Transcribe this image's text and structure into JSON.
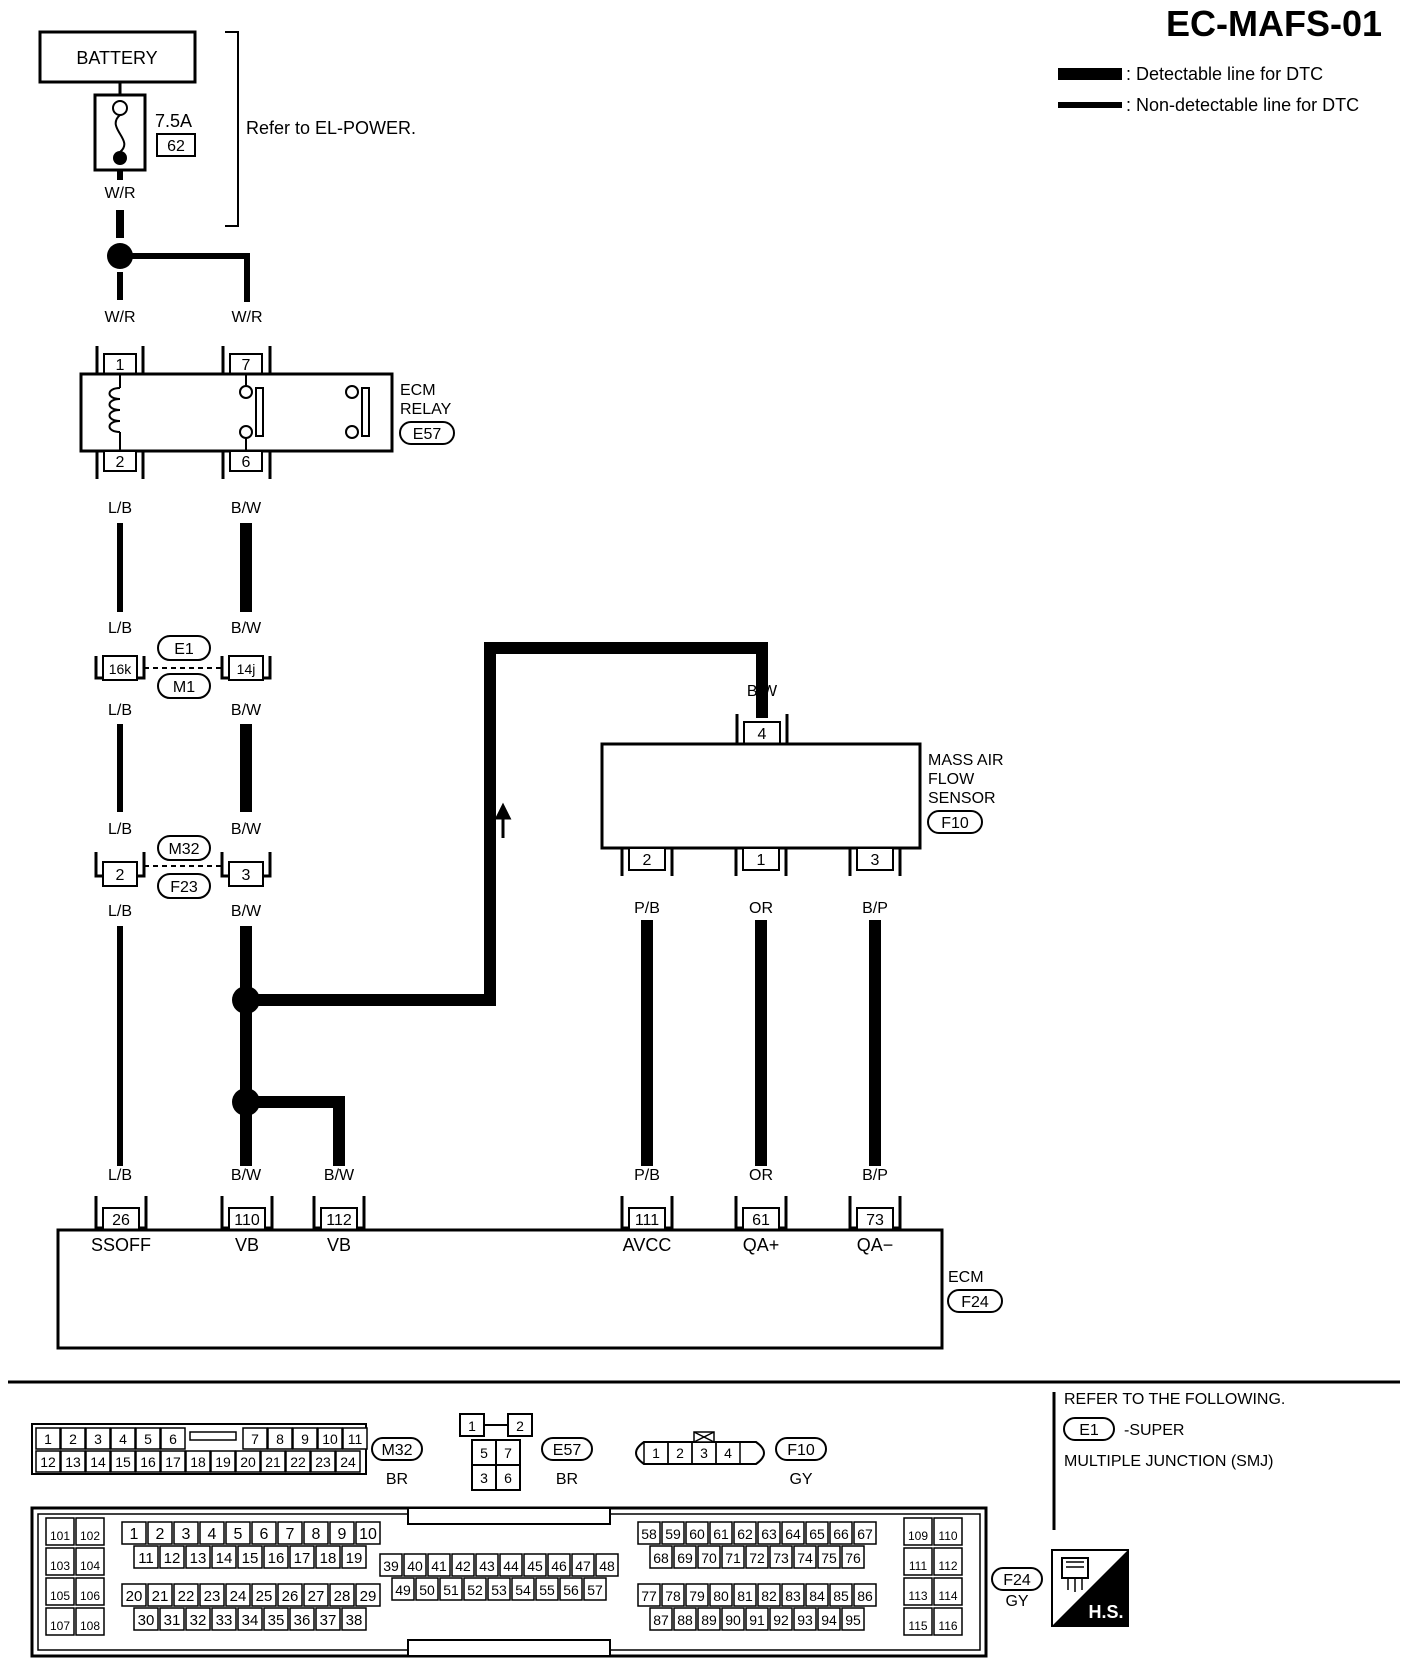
{
  "title": "EC-MAFS-01",
  "legend": {
    "detectable": ": Detectable line for DTC",
    "non_detectable": ": Non-detectable line for DTC"
  },
  "battery": {
    "label": "BATTERY",
    "fuse_rating": "7.5A",
    "fuse_number": "62",
    "note": "Refer to EL-POWER."
  },
  "wire_colors": {
    "wr": "W/R",
    "lb": "L/B",
    "bw": "B/W",
    "pb": "P/B",
    "or": "OR",
    "bp": "B/P"
  },
  "ecm_relay": {
    "name_line1": "ECM",
    "name_line2": "RELAY",
    "connector": "E57",
    "pins": {
      "p1": "1",
      "p7": "7",
      "p2": "2",
      "p6": "6"
    }
  },
  "junction1": {
    "connector_a": "E1",
    "connector_b": "M1",
    "pin_left": "16k",
    "pin_right": "14j"
  },
  "junction2": {
    "connector_a": "M32",
    "connector_b": "F23",
    "pin_left": "2",
    "pin_right": "3"
  },
  "maf_sensor": {
    "name_line1": "MASS AIR",
    "name_line2": "FLOW",
    "name_line3": "SENSOR",
    "connector": "F10",
    "pins": {
      "p4": "4",
      "p2": "2",
      "p1": "1",
      "p3": "3"
    }
  },
  "ecm": {
    "name": "ECM",
    "connector": "F24",
    "terminals": [
      {
        "pin": "26",
        "label": "SSOFF"
      },
      {
        "pin": "110",
        "label": "VB"
      },
      {
        "pin": "112",
        "label": "VB"
      },
      {
        "pin": "111",
        "label": "AVCC"
      },
      {
        "pin": "61",
        "label": "QA+"
      },
      {
        "pin": "73",
        "label": "QA−"
      }
    ]
  },
  "connector_views": {
    "m32": {
      "code": "M32",
      "color": "BR",
      "row1": [
        "1",
        "2",
        "3",
        "4",
        "5",
        "6",
        "7",
        "8",
        "9",
        "10",
        "11"
      ],
      "row2": [
        "12",
        "13",
        "14",
        "15",
        "16",
        "17",
        "18",
        "19",
        "20",
        "21",
        "22",
        "23",
        "24"
      ]
    },
    "e57": {
      "code": "E57",
      "color": "BR",
      "pins": [
        "1",
        "2",
        "5",
        "7",
        "3",
        "6"
      ]
    },
    "f10": {
      "code": "F10",
      "color": "GY",
      "pins": [
        "1",
        "2",
        "3",
        "4"
      ]
    },
    "f24": {
      "code": "F24",
      "color": "GY"
    }
  },
  "refer": {
    "line1": "REFER TO THE FOLLOWING.",
    "code": "E1",
    "line2": "-SUPER",
    "line3": "MULTIPLE JUNCTION (SMJ)"
  },
  "hs_badge": "H.S."
}
